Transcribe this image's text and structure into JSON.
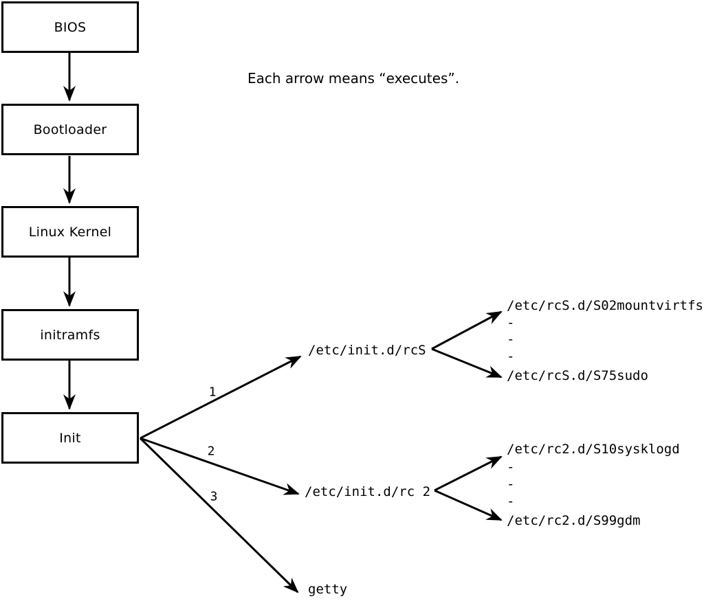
{
  "note": "Each arrow means “executes”.",
  "colors": {
    "ink": "#000000",
    "paper": "#ffffff"
  },
  "boot_sequence": [
    {
      "label": "BIOS"
    },
    {
      "label": "Bootloader"
    },
    {
      "label": "Linux Kernel"
    },
    {
      "label": "initramfs"
    },
    {
      "label": "Init"
    }
  ],
  "init_branches": [
    {
      "order": "1",
      "target": "/etc/init.d/rcS",
      "children": [
        "/etc/rcS.d/S02mountvirtfs",
        "-",
        "-",
        "-",
        "/etc/rcS.d/S75sudo"
      ]
    },
    {
      "order": "2",
      "target": "/etc/init.d/rc 2",
      "children": [
        "/etc/rc2.d/S10sysklogd",
        "-",
        "-",
        "-",
        "/etc/rc2.d/S99gdm"
      ]
    },
    {
      "order": "3",
      "target": "getty",
      "children": []
    }
  ]
}
